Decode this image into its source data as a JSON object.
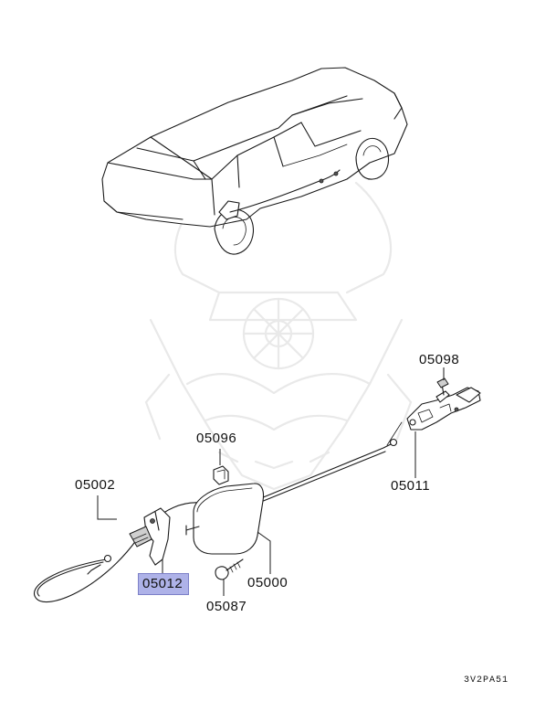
{
  "diagram": {
    "callouts": [
      {
        "id": "05098",
        "label": "05098",
        "highlighted": false
      },
      {
        "id": "05096",
        "label": "05096",
        "highlighted": false
      },
      {
        "id": "05011",
        "label": "05011",
        "highlighted": false
      },
      {
        "id": "05002",
        "label": "05002",
        "highlighted": false
      },
      {
        "id": "05012",
        "label": "05012",
        "highlighted": true
      },
      {
        "id": "05000",
        "label": "05000",
        "highlighted": false
      },
      {
        "id": "05087",
        "label": "05087",
        "highlighted": false
      }
    ],
    "drawing_code": "3V2PA51",
    "highlight_color": "#aeb2e8"
  }
}
